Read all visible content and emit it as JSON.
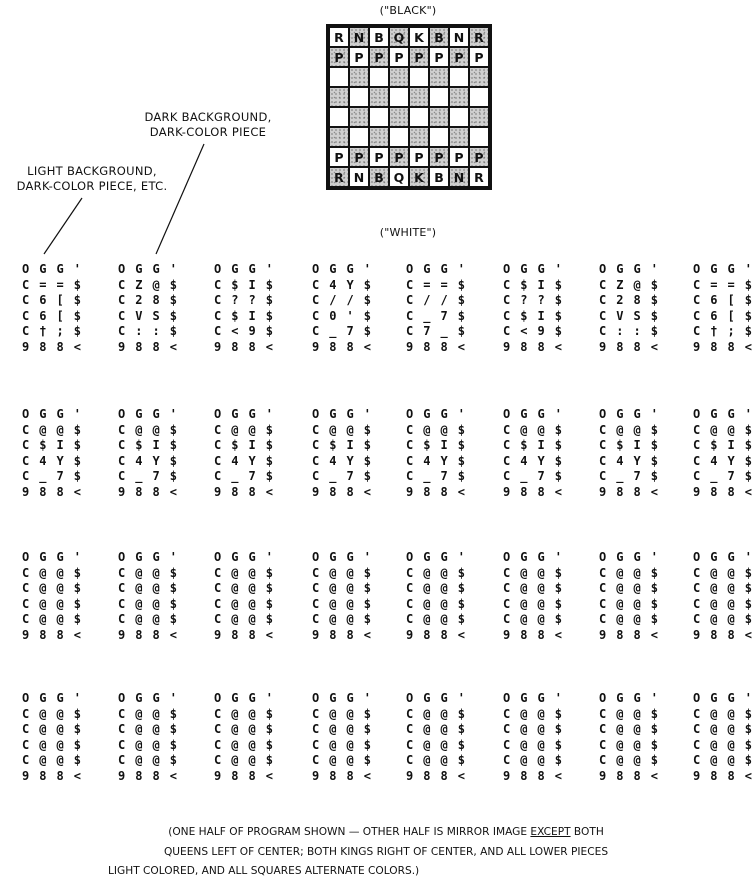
{
  "board": {
    "top_caption": "(\"BLACK\")",
    "bottom_caption": "(\"WHITE\")",
    "rows": [
      [
        "R",
        "N",
        "B",
        "Q",
        "K",
        "B",
        "N",
        "R"
      ],
      [
        "P",
        "P",
        "P",
        "P",
        "P",
        "P",
        "P",
        "P"
      ],
      [
        "",
        "",
        "",
        "",
        "",
        "",
        "",
        ""
      ],
      [
        "",
        "",
        "",
        "",
        "",
        "",
        "",
        ""
      ],
      [
        "",
        "",
        "",
        "",
        "",
        "",
        "",
        ""
      ],
      [
        "",
        "",
        "",
        "",
        "",
        "",
        "",
        ""
      ],
      [
        "P",
        "P",
        "P",
        "P",
        "P",
        "P",
        "P",
        "P"
      ],
      [
        "R",
        "N",
        "B",
        "Q",
        "K",
        "B",
        "N",
        "R"
      ]
    ]
  },
  "annotations": {
    "dark_label_line1": "DARK BACKGROUND,",
    "dark_label_line2": "DARK-COLOR PIECE",
    "light_label_line1": "LIGHT BACKGROUND,",
    "light_label_line2": "DARK-COLOR PIECE, ETC."
  },
  "code_blocks": [
    [
      [
        "OGG'",
        "C==$",
        "C6[$",
        "C6[$",
        "C†;$",
        "988<"
      ],
      [
        "OGG'",
        "CZ@$",
        "C28$",
        "CVS$",
        "C::$",
        "988<"
      ],
      [
        "OGG'",
        "C$I$",
        "C??$",
        "C$I$",
        "C<9$",
        "988<"
      ],
      [
        "OGG'",
        "C4Y$",
        "C//$",
        "C0'$",
        "C_7$",
        "988<"
      ],
      [
        "OGG'",
        "C==$",
        "C//$",
        "C_7$",
        "C7_$",
        "988<"
      ],
      [
        "OGG'",
        "C$I$",
        "C??$",
        "C$I$",
        "C<9$",
        "988<"
      ],
      [
        "OGG'",
        "CZ@$",
        "C28$",
        "CVS$",
        "C::$",
        "988<"
      ],
      [
        "OGG'",
        "C==$",
        "C6[$",
        "C6[$",
        "C†;$",
        "988<"
      ]
    ],
    [
      [
        "OGG'",
        "C@@$",
        "C$I$",
        "C4Y$",
        "C_7$",
        "988<"
      ],
      [
        "OGG'",
        "C@@$",
        "C$I$",
        "C4Y$",
        "C_7$",
        "988<"
      ],
      [
        "OGG'",
        "C@@$",
        "C$I$",
        "C4Y$",
        "C_7$",
        "988<"
      ],
      [
        "OGG'",
        "C@@$",
        "C$I$",
        "C4Y$",
        "C_7$",
        "988<"
      ],
      [
        "OGG'",
        "C@@$",
        "C$I$",
        "C4Y$",
        "C_7$",
        "988<"
      ],
      [
        "OGG'",
        "C@@$",
        "C$I$",
        "C4Y$",
        "C_7$",
        "988<"
      ],
      [
        "OGG'",
        "C@@$",
        "C$I$",
        "C4Y$",
        "C_7$",
        "988<"
      ],
      [
        "OGG'",
        "C@@$",
        "C$I$",
        "C4Y$",
        "C_7$",
        "988<"
      ]
    ],
    [
      [
        "OGG'",
        "C@@$",
        "C@@$",
        "C@@$",
        "C@@$",
        "988<"
      ],
      [
        "OGG'",
        "C@@$",
        "C@@$",
        "C@@$",
        "C@@$",
        "988<"
      ],
      [
        "OGG'",
        "C@@$",
        "C@@$",
        "C@@$",
        "C@@$",
        "988<"
      ],
      [
        "OGG'",
        "C@@$",
        "C@@$",
        "C@@$",
        "C@@$",
        "988<"
      ],
      [
        "OGG'",
        "C@@$",
        "C@@$",
        "C@@$",
        "C@@$",
        "988<"
      ],
      [
        "OGG'",
        "C@@$",
        "C@@$",
        "C@@$",
        "C@@$",
        "988<"
      ],
      [
        "OGG'",
        "C@@$",
        "C@@$",
        "C@@$",
        "C@@$",
        "988<"
      ],
      [
        "OGG'",
        "C@@$",
        "C@@$",
        "C@@$",
        "C@@$",
        "988<"
      ]
    ],
    [
      [
        "OGG'",
        "C@@$",
        "C@@$",
        "C@@$",
        "C@@$",
        "988<"
      ],
      [
        "OGG'",
        "C@@$",
        "C@@$",
        "C@@$",
        "C@@$",
        "988<"
      ],
      [
        "OGG'",
        "C@@$",
        "C@@$",
        "C@@$",
        "C@@$",
        "988<"
      ],
      [
        "OGG'",
        "C@@$",
        "C@@$",
        "C@@$",
        "C@@$",
        "988<"
      ],
      [
        "OGG'",
        "C@@$",
        "C@@$",
        "C@@$",
        "C@@$",
        "988<"
      ],
      [
        "OGG'",
        "C@@$",
        "C@@$",
        "C@@$",
        "C@@$",
        "988<"
      ],
      [
        "OGG'",
        "C@@$",
        "C@@$",
        "C@@$",
        "C@@$",
        "988<"
      ],
      [
        "OGG'",
        "C@@$",
        "C@@$",
        "C@@$",
        "C@@$",
        "988<"
      ]
    ]
  ],
  "footnote": {
    "line1_before": "(ONE HALF OF PROGRAM SHOWN — OTHER HALF IS MIRROR IMAGE ",
    "line1_emphasis": "EXCEPT",
    "line1_after": " BOTH",
    "line2": "QUEENS LEFT OF CENTER; BOTH KINGS RIGHT OF CENTER, AND ALL LOWER PIECES",
    "line3": "LIGHT COLORED, AND ALL SQUARES ALTERNATE COLORS.)"
  }
}
